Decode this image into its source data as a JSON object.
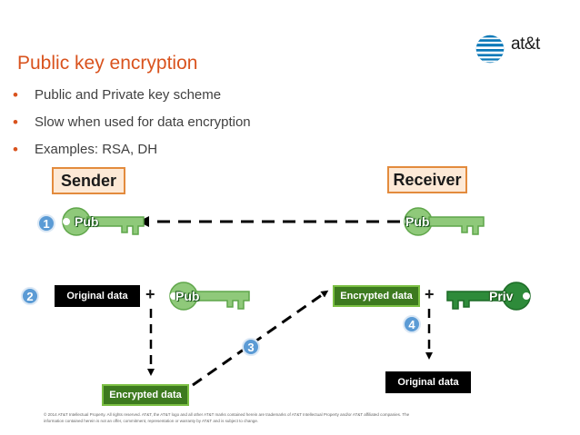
{
  "slide": {
    "title": "Public key encryption",
    "bullets": [
      "Public and Private key scheme",
      "Slow when used for data encryption",
      "Examples: RSA, DH"
    ],
    "bullet_glyph": "•"
  },
  "logo": {
    "icon": "att-globe-icon",
    "text": "at&t"
  },
  "diagram": {
    "sender": "Sender",
    "receiver": "Receiver",
    "steps": [
      "1",
      "2",
      "3",
      "4"
    ],
    "keys": {
      "sender_pub_step1": "Pub",
      "receiver_pub": "Pub",
      "sender_pub_step2": "Pub",
      "receiver_priv": "Priv"
    },
    "boxes": {
      "original_data_sender": "Original data",
      "encrypted_data_sender": "Encrypted data",
      "encrypted_data_receiver": "Encrypted data",
      "original_data_receiver": "Original data"
    },
    "plus": "+",
    "colors": {
      "accent": "#d9531e",
      "key_light_green": "#8fc97a",
      "key_dark_green": "#2e8b3a",
      "step_blue": "#5b9bd5",
      "role_fill": "#fde9d6",
      "role_border": "#e38b3d"
    }
  },
  "footer": {
    "text": "© 2014 AT&T Intellectual Property. All rights reserved. AT&T, the AT&T logo and all other AT&T marks contained herein are trademarks of AT&T Intellectual Property and/or AT&T affiliated companies. The information contained herein is not an offer, commitment, representation or warranty by AT&T and is subject to change."
  }
}
